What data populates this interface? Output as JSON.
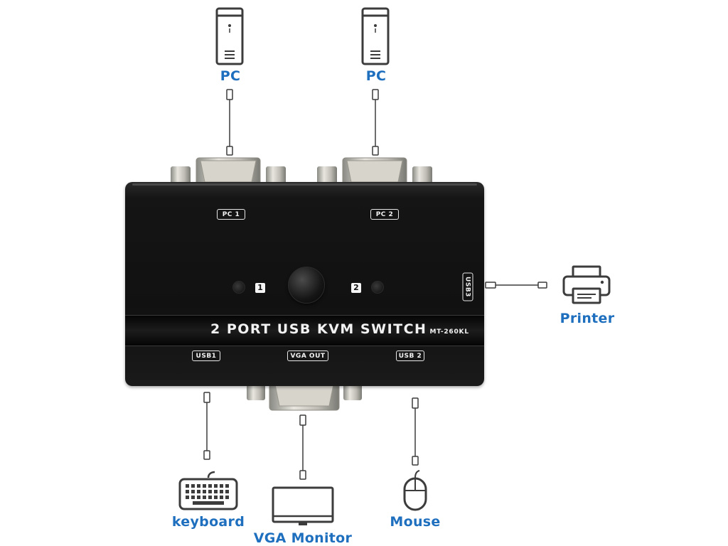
{
  "labels": {
    "pc_left": "PC",
    "pc_right": "PC",
    "printer": "Printer",
    "keyboard": "keyboard",
    "monitor": "VGA Monitor",
    "mouse": "Mouse"
  },
  "device": {
    "title": "2 PORT USB KVM SWITCH",
    "model": "MT-260KL",
    "port_labels": {
      "pc1": "PC 1",
      "pc2": "PC 2",
      "usb1": "USB1",
      "usb2": "USB 2",
      "usb3": "USB3",
      "vga_out": "VGA OUT"
    },
    "badges": {
      "one": "1",
      "two": "2"
    }
  },
  "colors": {
    "label_blue": "#1f6fbf",
    "device_body": "#1a1a1a",
    "icon_gray": "#3c3c3c"
  }
}
